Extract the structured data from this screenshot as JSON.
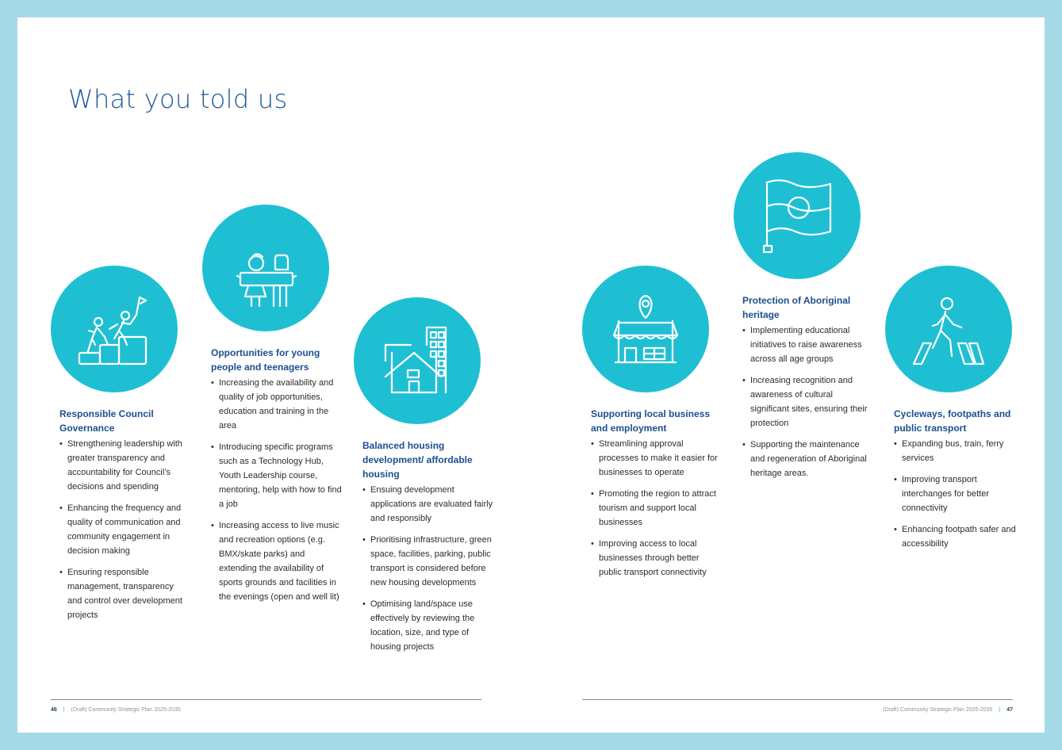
{
  "title": "What you told us",
  "themes": [
    {
      "heading": "Responsible Council Governance",
      "icon": "climbing-podium-icon",
      "bullets": [
        "Strengthening leadership with greater transparency and accountability for Council’s decisions and spending",
        "Enhancing the frequency and quality of communication and community engagement in decision making",
        "Ensuring responsible management, transparency and control over development projects"
      ]
    },
    {
      "heading": "Opportunities for young people and teenagers",
      "icon": "youth-with-sign-icon",
      "bullets": [
        "Increasing the availability and quality of job opportunities, education and training in the area",
        "Introducing specific programs such as a Technology Hub, Youth Leadership course, mentoring, help with how to find a job",
        "Increasing access to live music and recreation options (e.g. BMX/skate parks) and extending the availability of sports grounds and facilities in the evenings (open and well lit)"
      ]
    },
    {
      "heading": "Balanced housing development/ affordable housing",
      "icon": "house-and-apartment-icon",
      "bullets": [
        "Ensuing development applications are evaluated fairly and responsibly",
        "Prioritising infrastructure, green space, facilities, parking, public transport is considered before new housing developments",
        "Optimising land/space use effectively by reviewing the location, size, and type of housing projects"
      ]
    },
    {
      "heading": "Supporting local business and employment",
      "icon": "shopfront-icon",
      "bullets": [
        "Streamlining approval processes to make it easier for businesses to operate",
        "Promoting the region to attract tourism and support local businesses",
        "Improving access to local businesses through better public transport connectivity"
      ]
    },
    {
      "heading": "Protection of Aboriginal heritage",
      "icon": "aboriginal-flag-icon",
      "bullets": [
        "Implementing educational initiatives to raise awareness across all age groups",
        "Increasing recognition and awareness of cultural significant sites, ensuring their protection",
        "Supporting the maintenance and regeneration of Aboriginal heritage areas."
      ]
    },
    {
      "heading": "Cycleways, footpaths and public transport",
      "icon": "pedestrian-crossing-icon",
      "bullets": [
        "Expanding bus, train, ferry services",
        "Improving transport interchanges for better connectivity",
        "Enhancing footpath safer and accessibility"
      ]
    }
  ],
  "footer": {
    "left_page": "46",
    "right_page": "47",
    "doc_title": "(Draft) Community Strategic Plan 2025-2035"
  },
  "colors": {
    "accent": "#1fbfd3",
    "heading": "#1d4f8f",
    "title": "#1e5a9a",
    "border": "#a6d9e6"
  }
}
